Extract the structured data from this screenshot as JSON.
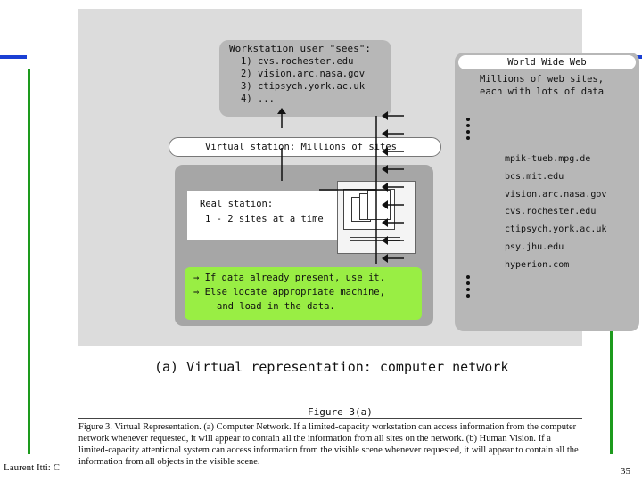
{
  "figure": {
    "workstation": {
      "title": "Workstation user \"sees\":",
      "items": [
        "1) cvs.rochester.edu",
        "2) vision.arc.nasa.gov",
        "3) ctipsych.york.ac.uk",
        "4) ..."
      ]
    },
    "www": {
      "title": "World Wide Web",
      "subtitle_line1": "Millions of web sites,",
      "subtitle_line2": "each with lots of data",
      "sites": [
        "mpik-tueb.mpg.de",
        "bcs.mit.edu",
        "vision.arc.nasa.gov",
        "cvs.rochester.edu",
        "ctipsych.york.ac.uk",
        "psy.jhu.edu",
        "hyperion.com"
      ]
    },
    "virtual_station": "Virtual station: Millions of sites",
    "real_station_line1": "Real station:",
    "real_station_line2": "1 - 2 sites at a time",
    "green_lines": [
      "→ If data already present, use it.",
      "⇒ Else locate appropriate machine,",
      "and load in the data."
    ],
    "caption": "(a) Virtual representation: computer network"
  },
  "figure_label": "Figure 3(a)",
  "legend": "Figure 3. Virtual Representation. (a) Computer Network. If a limited-capacity workstation can access information from the computer network whenever requested, it will appear to contain all the information from all sites on the network. (b) Human Vision. If a limited-capacity attentional system can access information from the visible scene whenever requested, it will appear to contain all the information from all objects in the visible scene.",
  "footer": {
    "author": "Laurent Itti: C",
    "page": "35"
  },
  "colors": {
    "deco_blue": "#1a3fd4",
    "deco_green": "#1d9a1d",
    "highlight_green": "#99ee44"
  }
}
